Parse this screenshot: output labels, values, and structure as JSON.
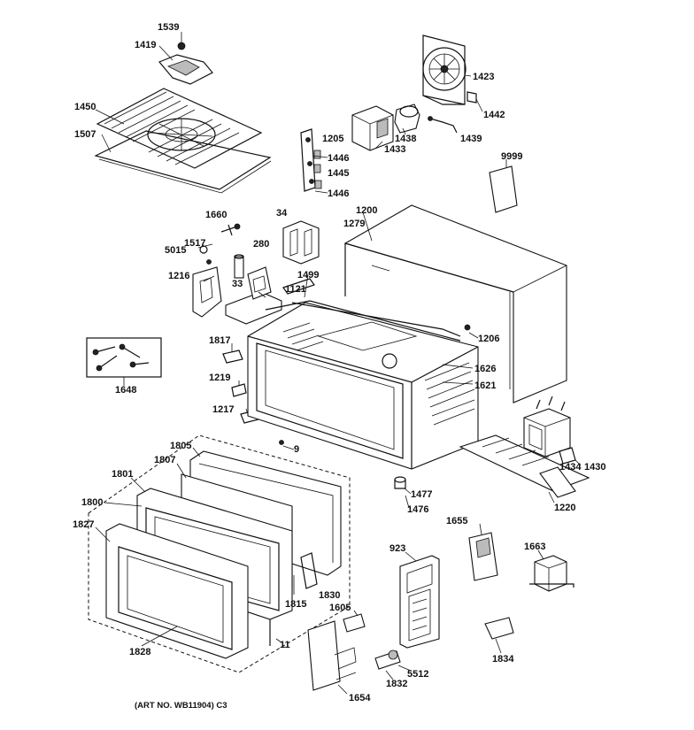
{
  "caption": "(ART NO. WB11904) C3",
  "labels": {
    "p1539": "1539",
    "p1419": "1419",
    "p1450": "1450",
    "p1507": "1507",
    "p1423": "1423",
    "p1442": "1442",
    "p1438": "1438",
    "p1439": "1439",
    "p1205": "1205",
    "p1433": "1433",
    "p1446a": "1446",
    "p1445": "1445",
    "p1446b": "1446",
    "p9999": "9999",
    "p1660": "1660",
    "p34": "34",
    "p1200": "1200",
    "p1279": "1279",
    "p1517": "1517",
    "p5015": "5015",
    "p280": "280",
    "p1216": "1216",
    "p33": "33",
    "p1499": "1499",
    "p1121": "1121",
    "p1206": "1206",
    "p1817": "1817",
    "p1648": "1648",
    "p1626": "1626",
    "p1621": "1621",
    "p1219": "1219",
    "p1217": "1217",
    "p9": "9",
    "p1805": "1805",
    "p1807": "1807",
    "p1434": "1434",
    "p1430": "1430",
    "p1801": "1801",
    "p1477": "1477",
    "p1476": "1476",
    "p1220": "1220",
    "p1800": "1800",
    "p1655": "1655",
    "p923": "923",
    "p1663": "1663",
    "p1827": "1827",
    "p1830": "1830",
    "p1815": "1815",
    "p1605": "1605",
    "p11": "11",
    "p1828": "1828",
    "p1834": "1834",
    "p5512": "5512",
    "p1832": "1832",
    "p1654": "1654"
  }
}
